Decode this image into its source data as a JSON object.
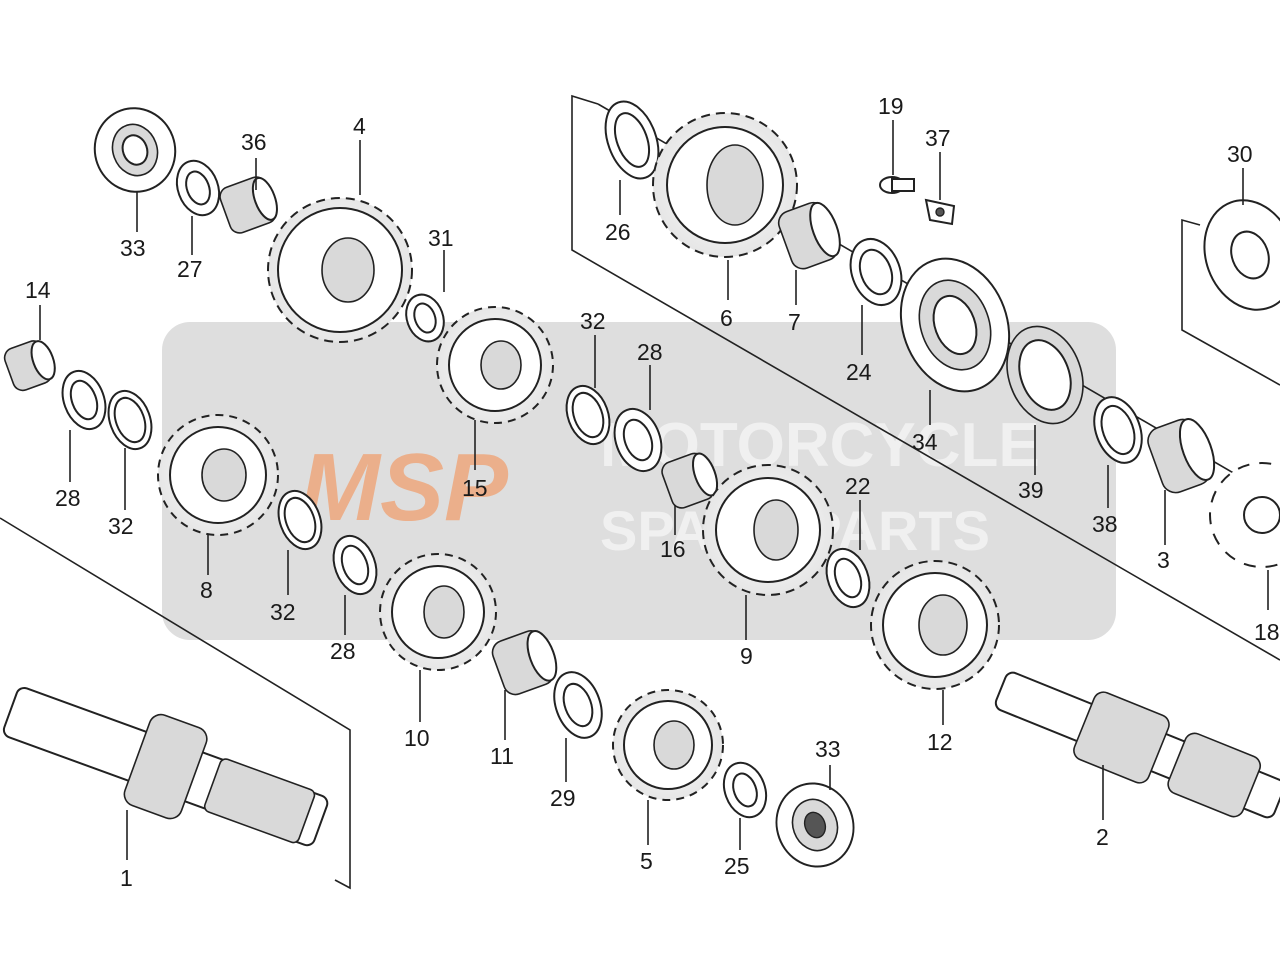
{
  "watermark": {
    "logo_text": "MSP",
    "line1": "MOTORCYCLE",
    "line2": "SPARE PARTS",
    "accent_color": "#f0a070"
  },
  "callouts": [
    {
      "id": "c-33a",
      "label": "33"
    },
    {
      "id": "c-27",
      "label": "27"
    },
    {
      "id": "c-36",
      "label": "36"
    },
    {
      "id": "c-4",
      "label": "4"
    },
    {
      "id": "c-31",
      "label": "31"
    },
    {
      "id": "c-14",
      "label": "14"
    },
    {
      "id": "c-28a",
      "label": "28"
    },
    {
      "id": "c-32a",
      "label": "32"
    },
    {
      "id": "c-8",
      "label": "8"
    },
    {
      "id": "c-32b",
      "label": "32"
    },
    {
      "id": "c-28b",
      "label": "28"
    },
    {
      "id": "c-15",
      "label": "15"
    },
    {
      "id": "c-32c",
      "label": "32"
    },
    {
      "id": "c-28c",
      "label": "28"
    },
    {
      "id": "c-16",
      "label": "16"
    },
    {
      "id": "c-10",
      "label": "10"
    },
    {
      "id": "c-11",
      "label": "11"
    },
    {
      "id": "c-29",
      "label": "29"
    },
    {
      "id": "c-5",
      "label": "5"
    },
    {
      "id": "c-25",
      "label": "25"
    },
    {
      "id": "c-33b",
      "label": "33"
    },
    {
      "id": "c-1",
      "label": "1"
    },
    {
      "id": "c-26",
      "label": "26"
    },
    {
      "id": "c-6",
      "label": "6"
    },
    {
      "id": "c-7",
      "label": "7"
    },
    {
      "id": "c-19",
      "label": "19"
    },
    {
      "id": "c-37",
      "label": "37"
    },
    {
      "id": "c-24",
      "label": "24"
    },
    {
      "id": "c-34",
      "label": "34"
    },
    {
      "id": "c-39",
      "label": "39"
    },
    {
      "id": "c-38",
      "label": "38"
    },
    {
      "id": "c-3",
      "label": "3"
    },
    {
      "id": "c-30",
      "label": "30"
    },
    {
      "id": "c-9",
      "label": "9"
    },
    {
      "id": "c-22",
      "label": "22"
    },
    {
      "id": "c-12",
      "label": "12"
    },
    {
      "id": "c-2",
      "label": "2"
    },
    {
      "id": "c-18",
      "label": "18"
    }
  ]
}
